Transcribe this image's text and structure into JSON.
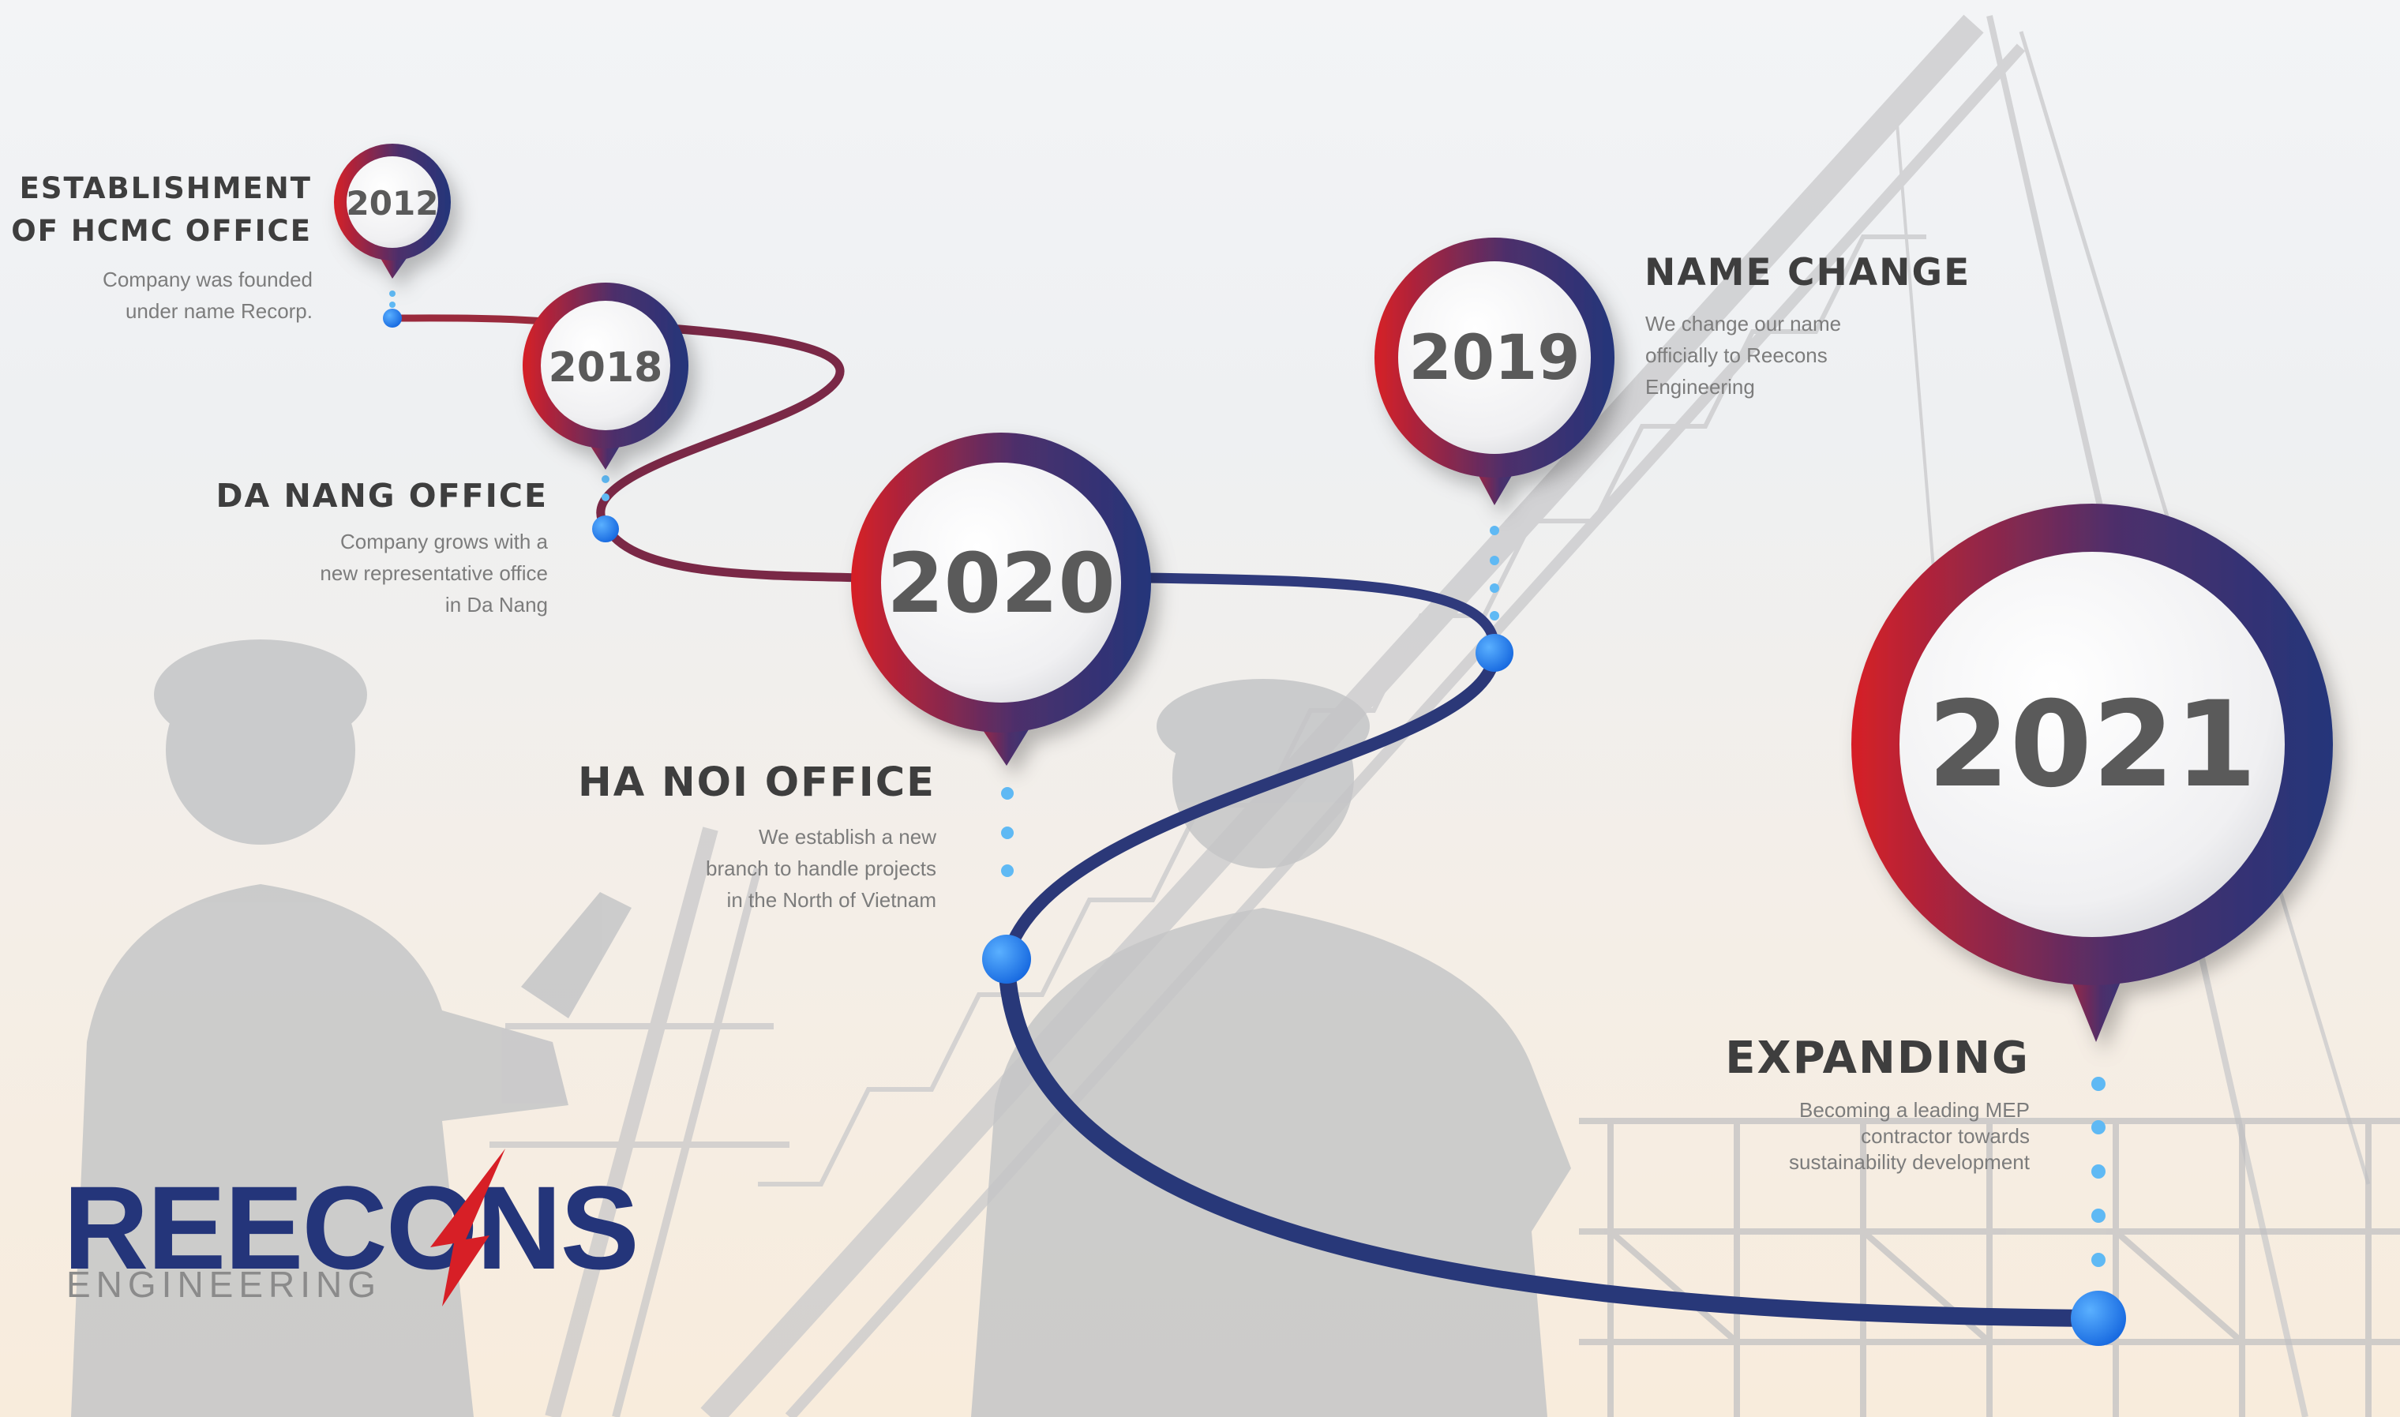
{
  "timeline": {
    "events": [
      {
        "year": "2012",
        "title": "ESTABLISHMENT\nOF HCMC OFFICE",
        "description": "Company was founded\nunder name Recorp."
      },
      {
        "year": "2018",
        "title": "DA NANG OFFICE",
        "description": "Company grows with a\nnew representative office\nin Da Nang"
      },
      {
        "year": "2020",
        "title": "HA NOI OFFICE",
        "description": "We establish a new\nbranch to handle projects\nin the North of Vietnam"
      },
      {
        "year": "2019",
        "title": "NAME CHANGE",
        "description": "We change our name\nofficially to Reecons\nEngineering"
      },
      {
        "year": "2021",
        "title": "EXPANDING",
        "description": "Becoming a leading MEP\ncontractor towards\nsustainability development"
      }
    ]
  },
  "logo": {
    "main_text": "REECONS",
    "sub_text": "ENGINEERING"
  },
  "colors": {
    "brand_blue": "#24357a",
    "brand_red": "#d71f26",
    "dot_blue": "#2a88f2",
    "text_dark": "#3e3e3e"
  }
}
